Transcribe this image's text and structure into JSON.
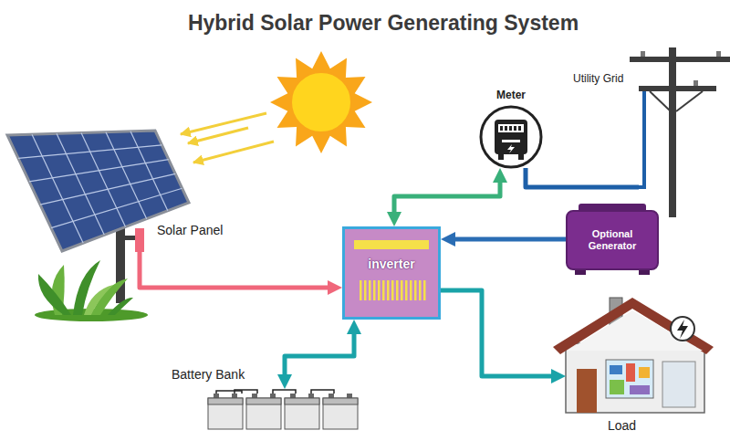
{
  "diagram": {
    "title": "Hybrid Solar Power Generating System",
    "nodes": [
      {
        "text": [
          "Solar Panel"
        ]
      },
      {
        "text": [
          "Meter"
        ]
      },
      {
        "text": [
          "Utility Grid"
        ]
      },
      {
        "text": [
          "inverter"
        ]
      },
      {
        "text": [
          "Optional Generator"
        ]
      },
      {
        "text": [
          "Battery Bank"
        ]
      },
      {
        "text": [
          "Load"
        ]
      }
    ],
    "edges": [
      {
        "from": 0,
        "to": 3,
        "arrow": "to"
      },
      {
        "from": 3,
        "to": 1,
        "arrow": "both"
      },
      {
        "from": 1,
        "to": 2,
        "arrow": "none"
      },
      {
        "from": 4,
        "to": 3,
        "arrow": "to"
      },
      {
        "from": 3,
        "to": 6,
        "arrow": "to"
      },
      {
        "from": 3,
        "to": 5,
        "arrow": "both"
      }
    ]
  }
}
